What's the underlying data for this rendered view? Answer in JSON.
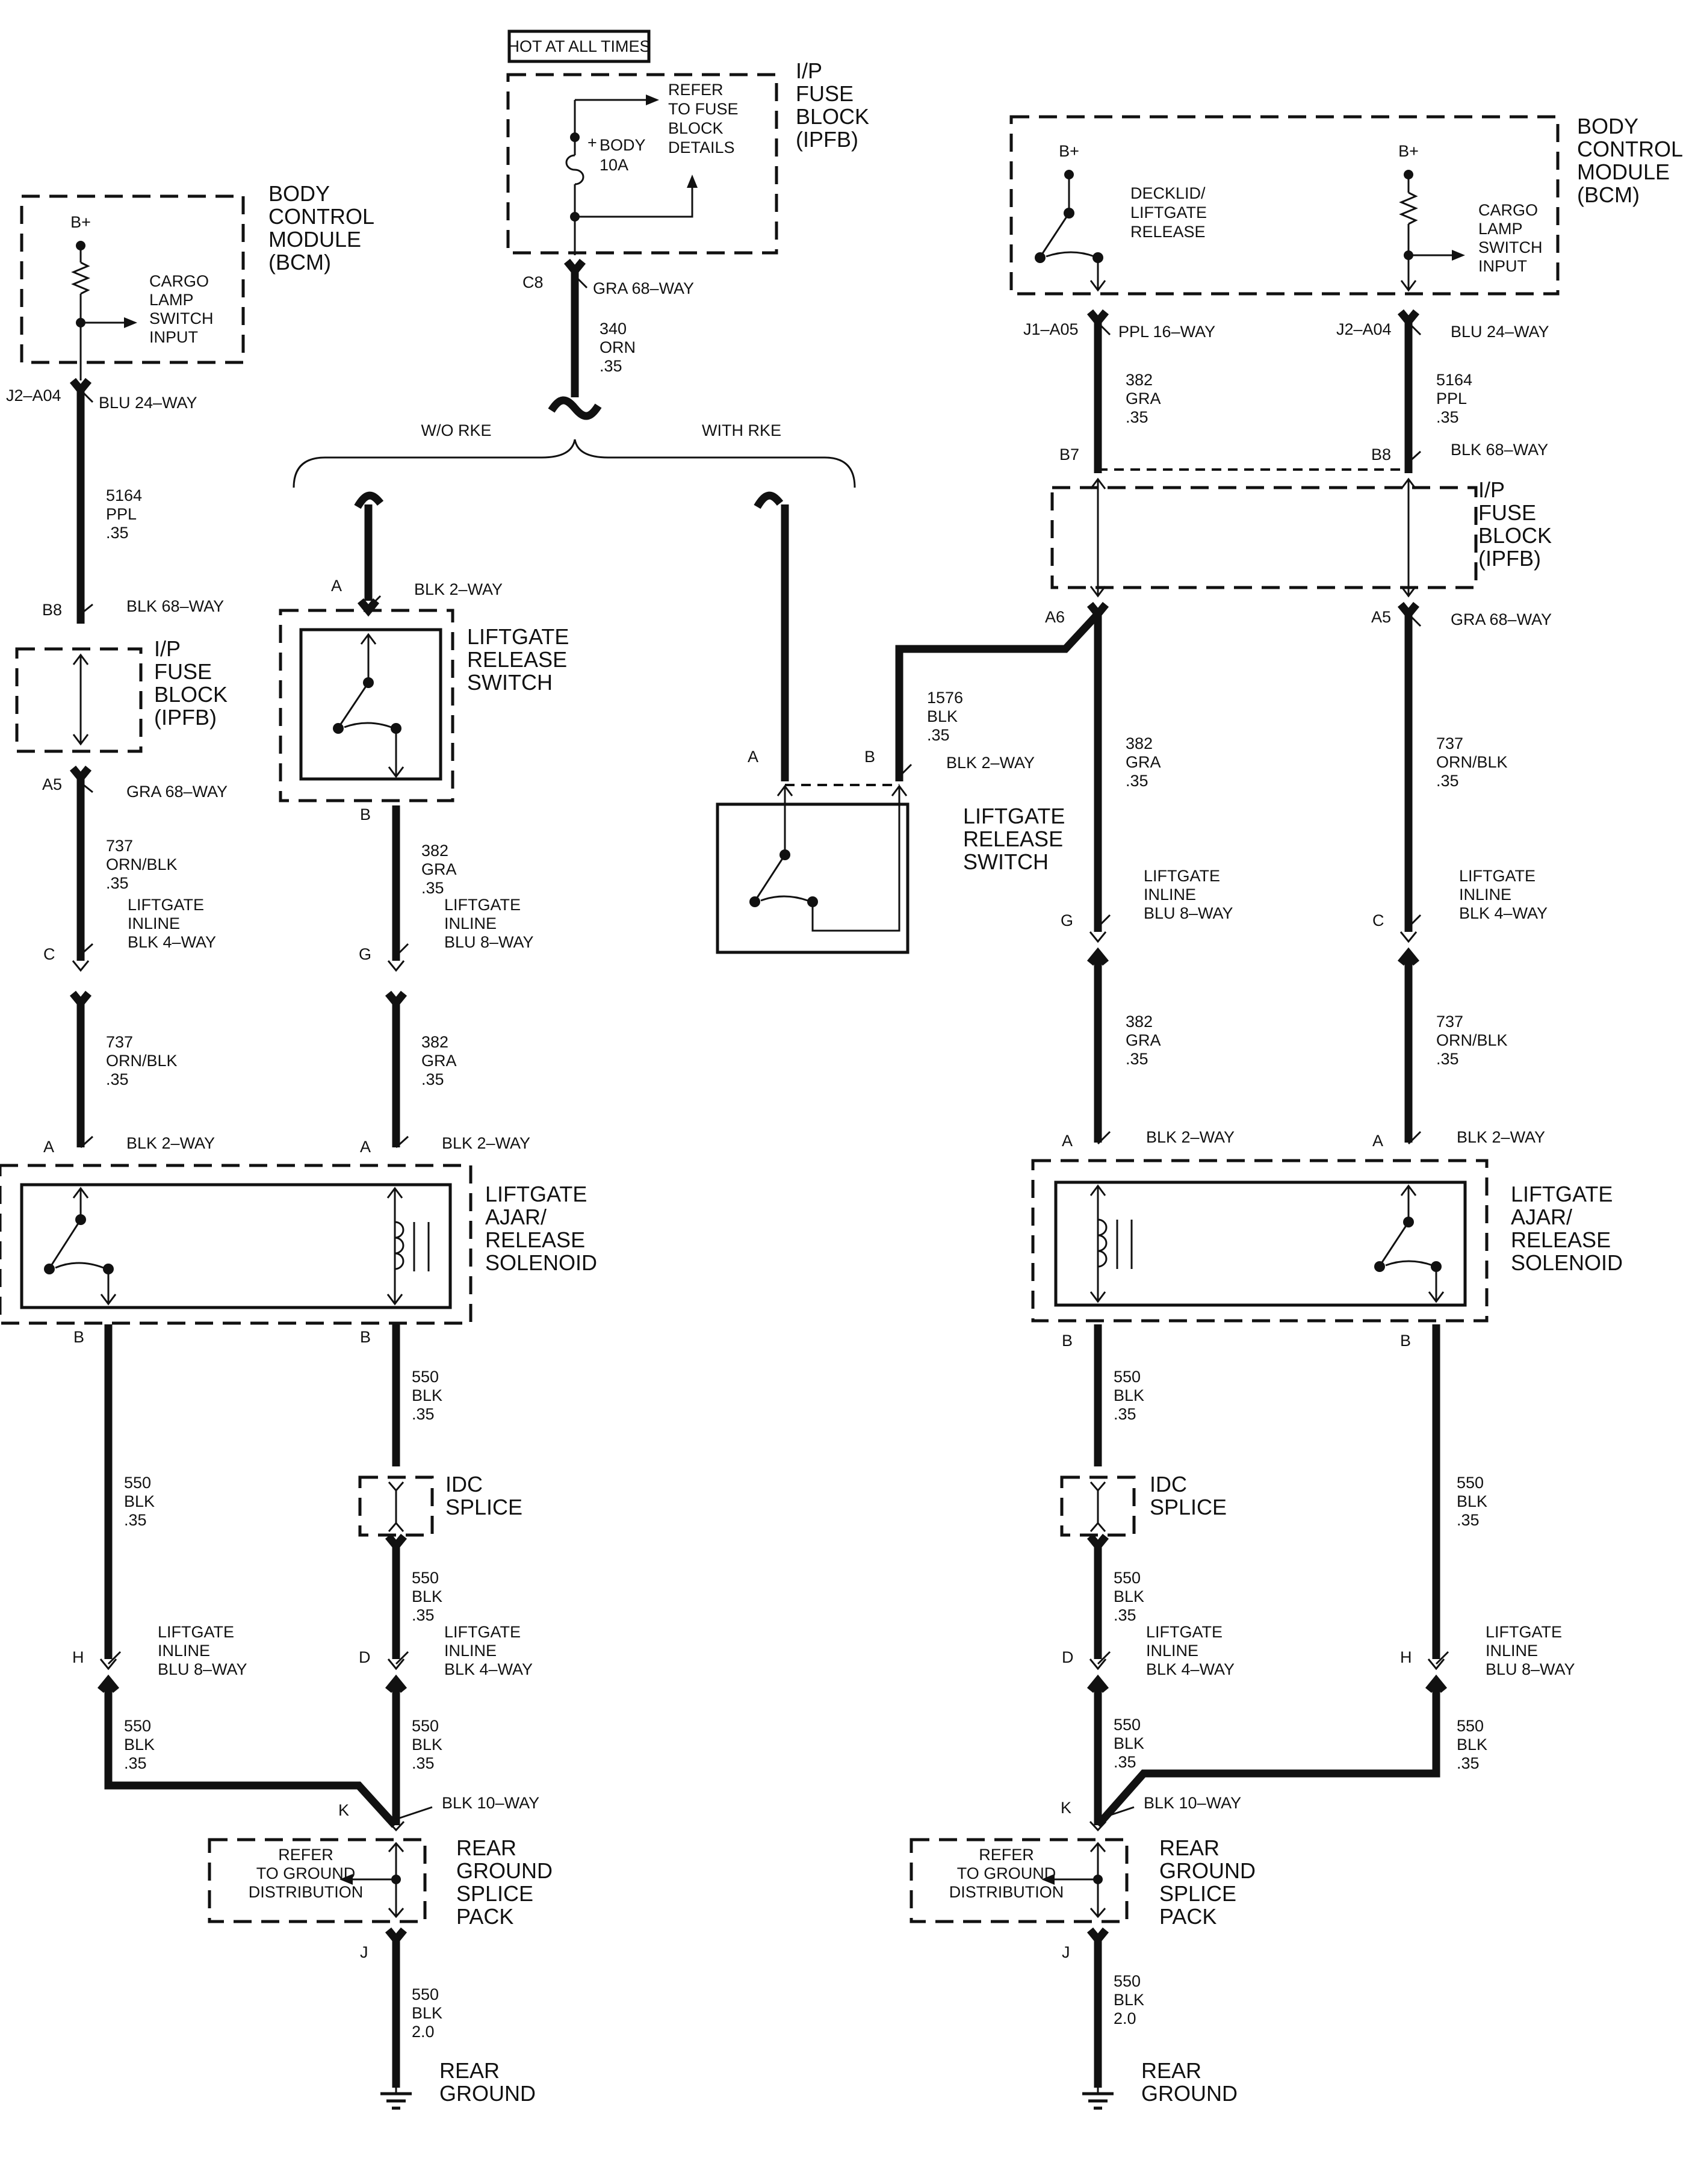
{
  "hot_label": "HOT AT ALL TIMES",
  "ipfb_title": [
    "I/P",
    "FUSE",
    "BLOCK",
    "(IPFB)"
  ],
  "bcm_title": [
    "BODY",
    "CONTROL",
    "MODULE",
    "(BCM)"
  ],
  "fuse": {
    "refer": [
      "REFER",
      "TO FUSE",
      "BLOCK",
      "DETAILS"
    ],
    "name": [
      "BODY",
      "10A"
    ],
    "plus": "+"
  },
  "b_plus": "B+",
  "cargo_input": [
    "CARGO",
    "LAMP",
    "SWITCH",
    "INPUT"
  ],
  "decklid": [
    "DECKLID/",
    "LIFTGATE",
    "RELEASE"
  ],
  "liftgate_switch": [
    "LIFTGATE",
    "RELEASE",
    "SWITCH"
  ],
  "solenoid": [
    "LIFTGATE",
    "AJAR/",
    "RELEASE",
    "SOLENOID"
  ],
  "idc": [
    "IDC",
    "SPLICE"
  ],
  "splice_pack": [
    "REAR",
    "GROUND",
    "SPLICE",
    "PACK"
  ],
  "ground_refer": [
    "REFER",
    "TO GROUND",
    "DISTRIBUTION"
  ],
  "rear_ground": [
    "REAR",
    "GROUND"
  ],
  "wo_rke": "W/O RKE",
  "with_rke": "WITH RKE",
  "pins": {
    "c8": "C8",
    "j2_a04": "J2–A04",
    "j1_a05": "J1–A05",
    "b8": "B8",
    "b7": "B7",
    "a5": "A5",
    "a6": "A6",
    "a": "A",
    "b": "B",
    "c": "C",
    "d": "D",
    "g": "G",
    "h": "H",
    "j": "J",
    "k": "K"
  },
  "connectors": {
    "gra68": "GRA 68–WAY",
    "blu24": "BLU 24–WAY",
    "ppl16": "PPL 16–WAY",
    "blk68": "BLK 68–WAY",
    "blk2": "BLK 2–WAY",
    "blk10": "BLK 10–WAY",
    "inline_blk4": [
      "LIFTGATE",
      "INLINE",
      "BLK 4–WAY"
    ],
    "inline_blu8": [
      "LIFTGATE",
      "INLINE",
      "BLU 8–WAY"
    ]
  },
  "wires": {
    "w340": [
      "340",
      "ORN",
      ".35"
    ],
    "w5164": [
      "5164",
      "PPL",
      ".35"
    ],
    "w737": [
      "737",
      "ORN/BLK",
      ".35"
    ],
    "w382": [
      "382",
      "GRA",
      ".35"
    ],
    "w1576": [
      "1576",
      "BLK",
      ".35"
    ],
    "w550": [
      "550",
      "BLK",
      ".35"
    ],
    "w550g": [
      "550",
      "BLK",
      "2.0"
    ]
  }
}
